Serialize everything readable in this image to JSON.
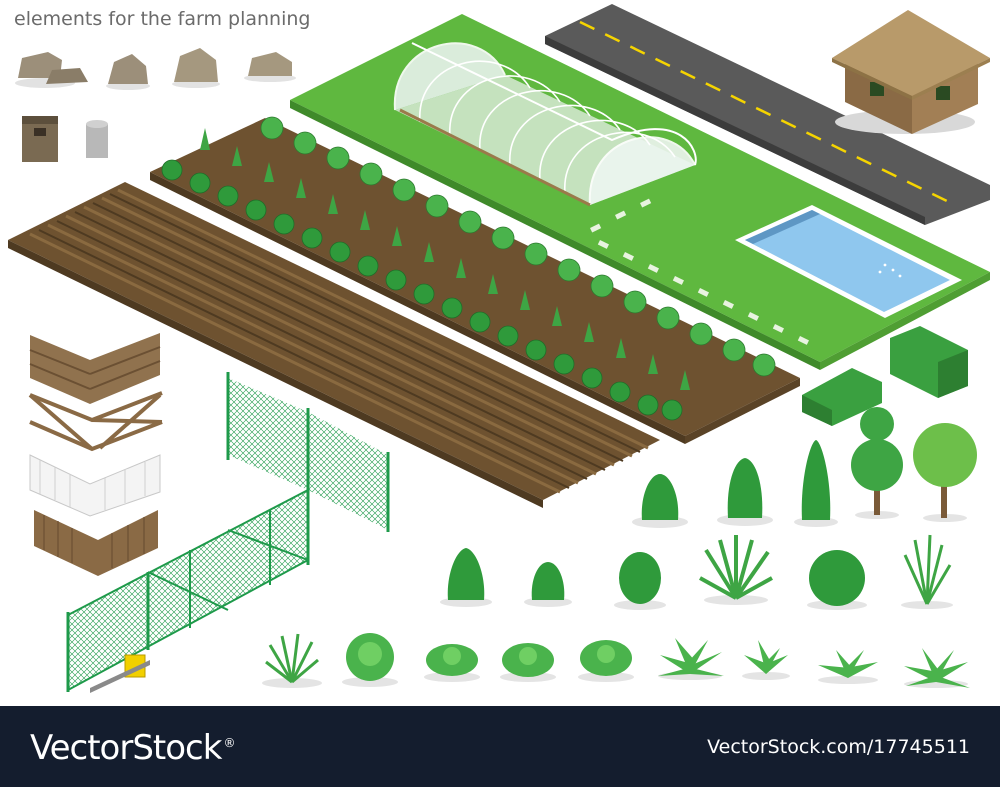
{
  "header": {
    "title": "elements for the farm planning"
  },
  "footer": {
    "logo_text": "VectorStock",
    "logo_mark": "®",
    "image_url": "VectorStock.com/17745511"
  },
  "colors": {
    "grass": "#5fb83f",
    "grass_light": "#7fcf52",
    "soil": "#6e5230",
    "soil_dark": "#4e3a21",
    "road": "#5a5a5a",
    "road_line": "#f5d400",
    "water": "#8fc7ee",
    "wood": "#8a6a45",
    "fence_green": "#1e9a4a",
    "plant_green": "#2f9a3b",
    "footer_bg": "#141d2e"
  },
  "elements": {
    "rocks": 4,
    "bins": [
      "wooden-trash-bin",
      "metal-trash-can"
    ],
    "fences": [
      "wooden-rail-fence",
      "cross-rail-fence",
      "white-picket-fence",
      "brown-picket-fence",
      "green-mesh-fence-with-sliding-gate"
    ],
    "structures": [
      "greenhouse",
      "road",
      "thatched-hut",
      "swimming-pool",
      "garden-bed",
      "plowed-field"
    ],
    "hedges": [
      "hedge-small",
      "hedge-large"
    ],
    "trees": [
      "round-shrub",
      "cone-shrub",
      "cypress",
      "topiary-tree",
      "leafy-tree"
    ],
    "small_plants": [
      "bush-1",
      "bush-2",
      "bush-3",
      "grass-tuft",
      "round-bush",
      "tall-grass",
      "flowering-grass",
      "cabbage-1",
      "cabbage-2",
      "cabbage-3",
      "cabbage-4",
      "aloe-1",
      "aloe-2",
      "aloe-3",
      "aloe-4"
    ]
  }
}
